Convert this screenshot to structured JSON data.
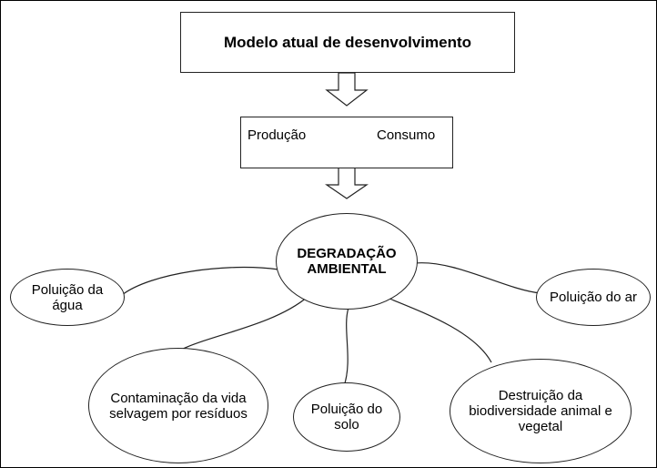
{
  "top_box": {
    "label": "Modelo atual de desenvolvimento"
  },
  "middle_box": {
    "left_label": "Produção",
    "right_label": "Consumo"
  },
  "center_node": {
    "line1": "DEGRADAÇÃO",
    "line2": "AMBIENTAL"
  },
  "nodes": {
    "agua": [
      "Poluição da",
      "água"
    ],
    "ar": [
      "Poluição do ar"
    ],
    "vida_selvagem": [
      "Contaminação da vida",
      "selvagem por resíduos"
    ],
    "solo": [
      "Poluição do",
      "solo"
    ],
    "biodiversidade": [
      "Destruição da",
      "biodiversidade animal e",
      "vegetal"
    ]
  }
}
